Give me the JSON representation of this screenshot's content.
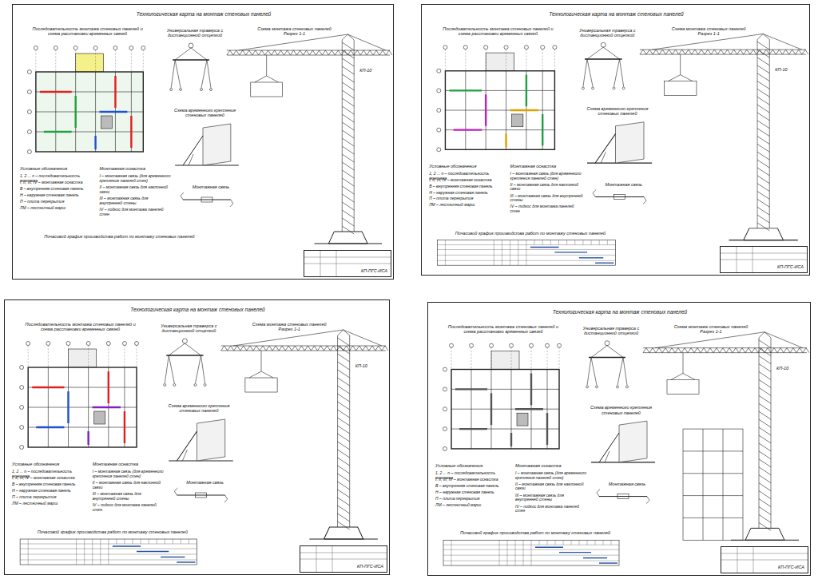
{
  "diagram": {
    "nodes": [
      {
        "text": [
          "Технологическая карта на монтаж стеновых панелей"
        ]
      },
      {
        "text": [
          "КП-ПГС-ИСА"
        ],
        "in": 0
      },
      {
        "text": [
          "Технологическая карта на монтаж стеновых панелей"
        ]
      },
      {
        "text": [
          "КП-ПГС-ИСА"
        ],
        "in": 2
      },
      {
        "text": [
          "Технологическая карта на монтаж стеновых панелей"
        ]
      },
      {
        "text": [
          "КП-ПГС-ИСА"
        ],
        "in": 4
      },
      {
        "text": [
          "Технологическая карта на монтаж стеновых панелей"
        ]
      },
      {
        "text": [
          "КП-ПГС-ИСА"
        ],
        "in": 6
      }
    ],
    "labels": [
      "Последовательность монтажа стеновых панелей и схема расстановки временных связей",
      "Универсальная траверса с дистанционной отцепкой",
      "Схема монтажа стеновых панелей Разрез 1-1",
      "КП-10",
      "Схема временного крепления стеновых панелей",
      "Монтажная связь",
      "Условные обозначения",
      "Монтажная оснастка",
      "Почасовой график производства работ по монтажу стеновых панелей",
      "1, 2 ... n – последовательность монтажа",
      "I, II, III, IV – монтажная оснастка",
      "В – внутренняя стеновая панель",
      "Н – наружная стеновая панель",
      "П – плита перекрытия",
      "ЛМ – лестничный марш",
      "I – монтажная связь (для временного крепления панелей стен)",
      "II – монтажная связь для наклонной связи",
      "III – монтажная связь для внутренней стены",
      "IV – подкос для монтажа панелей стен",
      "Последовательность монтажа стеновых панелей и схема расстановки временных связей",
      "Универсальная траверса с дистанционной отцепкой",
      "Схема монтажа стеновых панелей Разрез 1-1",
      "КП-10",
      "Схема временного крепления стеновых панелей",
      "Монтажная связь",
      "Условные обозначения",
      "Монтажная оснастка",
      "Почасовой график производства работ по монтажу стеновых панелей",
      "1, 2 ... n – последовательность монтажа",
      "I, II, III, IV – монтажная оснастка",
      "В – внутренняя стеновая панель",
      "Н – наружная стеновая панель",
      "П – плита перекрытия",
      "ЛМ – лестничный марш",
      "I – монтажная связь (для временного крепления панелей стен)",
      "II – монтажная связь для наклонной связи",
      "III – монтажная связь для внутренней стены",
      "IV – подкос для монтажа панелей стен",
      "Последовательность монтажа стеновых панелей и схема расстановки временных связей",
      "Универсальная траверса с дистанционной отцепкой",
      "Схема монтажа стеновых панелей Разрез 1-1",
      "КП-10",
      "Схема временного крепления стеновых панелей",
      "Монтажная связь",
      "Условные обозначения",
      "Монтажная оснастка",
      "Почасовой график производства работ по монтажу стеновых панелей",
      "1, 2 ... n – последовательность монтажа",
      "I, II, III, IV – монтажная оснастка",
      "В – внутренняя стеновая панель",
      "Н – наружная стеновая панель",
      "П – плита перекрытия",
      "ЛМ – лестничный марш",
      "I – монтажная связь (для временного крепления панелей стен)",
      "II – монтажная связь для наклонной связи",
      "III – монтажная связь для внутренней стены",
      "IV – подкос для монтажа панелей стен",
      "Последовательность монтажа стеновых панелей и схема расстановки временных связей",
      "Универсальная траверса с дистанционной отцепкой",
      "Схема монтажа стеновых панелей Разрез 1-1",
      "КП-10",
      "Схема временного крепления стеновых панелей",
      "Монтажная связь",
      "Условные обозначения",
      "Монтажная оснастка",
      "Почасовой график производства работ по монтажу стеновых панелей",
      "1, 2 ... n – последовательность монтажа",
      "I, II, III, IV – монтажная оснастка",
      "В – внутренняя стеновая панель",
      "Н – наружная стеновая панель",
      "П – плита перекрытия",
      "ЛМ – лестничный марш",
      "I – монтажная связь (для временного крепления панелей стен)",
      "II – монтажная связь для наклонной связи",
      "III – монтажная связь для внутренней стены",
      "IV – подкос для монтажа панелей стен"
    ]
  }
}
